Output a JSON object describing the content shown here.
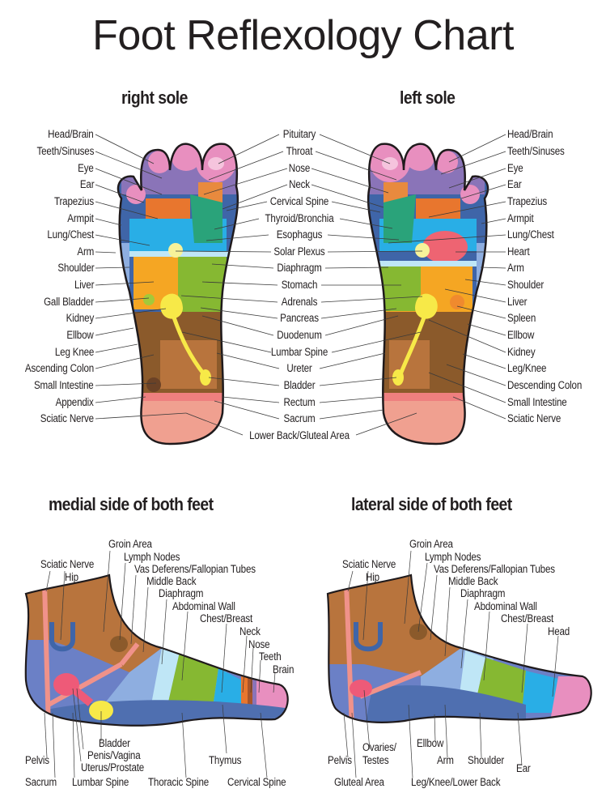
{
  "title": "Foot Reflexology Chart",
  "sections": {
    "right_sole": "right sole",
    "left_sole": "left sole",
    "medial": "medial side of both feet",
    "lateral": "lateral side of both feet"
  },
  "right_sole_labels": [
    "Head/Brain",
    "Teeth/Sinuses",
    "Eye",
    "Ear",
    "Trapezius",
    "Armpit",
    "Lung/Chest",
    "Arm",
    "Shoulder",
    "Liver",
    "Gall Bladder",
    "Kidney",
    "Ellbow",
    "Leg Knee",
    "Ascending Colon",
    "Small Intestine",
    "Appendix",
    "Sciatic Nerve"
  ],
  "center_labels": [
    "Pituitary",
    "Throat",
    "Nose",
    "Neck",
    "Cervical Spine",
    "Thyroid/Bronchia",
    "Esophagus",
    "Solar Plexus",
    "Diaphragm",
    "Stomach",
    "Adrenals",
    "Pancreas",
    "Duodenum",
    "Lumbar Spine",
    "Ureter",
    "Bladder",
    "Rectum",
    "Sacrum",
    "Lower Back/Gluteal Area"
  ],
  "left_sole_labels": [
    "Head/Brain",
    "Teeth/Sinuses",
    "Eye",
    "Ear",
    "Trapezius",
    "Armpit",
    "Lung/Chest",
    "Heart",
    "Arm",
    "Shoulder",
    "Liver",
    "Spleen",
    "Ellbow",
    "Kidney",
    "Leg/Knee",
    "Descending Colon",
    "Small Intestine",
    "Sciatic Nerve"
  ],
  "medial_labels": {
    "top": [
      "Groin Area",
      "Lymph Nodes",
      "Vas Deferens/Fallopian Tubes",
      "Middle Back",
      "Diaphragm",
      "Abdominal Wall",
      "Chest/Breast",
      "Neck",
      "Nose",
      "Teeth",
      "Brain"
    ],
    "sciatic": "Sciatic Nerve",
    "hip": "Hip",
    "bottom": [
      "Bladder",
      "Penis/Vagina",
      "Uterus/Prostate",
      "Pelvis",
      "Thymus",
      "Sacrum",
      "Lumbar Spine",
      "Thoracic Spine",
      "Cervical Spine"
    ]
  },
  "lateral_labels": {
    "top": [
      "Groin Area",
      "Lymph Nodes",
      "Vas Deferens/Fallopian Tubes",
      "Middle Back",
      "Diaphragm",
      "Abdominal Wall",
      "Chest/Breast",
      "Head"
    ],
    "sciatic": "Sciatic Nerve",
    "hip": "Hip",
    "bottom": [
      "Ovaries/",
      "Testes",
      "Ellbow",
      "Pelvis",
      "Arm",
      "Shoulder",
      "Ear",
      "Gluteal Area",
      "Leg/Knee/Lower Back"
    ]
  },
  "colors": {
    "pink": "#e88fbf",
    "purple": "#8a74b8",
    "orange": "#e8762e",
    "light_blue": "#29aee6",
    "green": "#86b832",
    "yellow_orange": "#f5a623",
    "brown": "#8b5a2b",
    "tan": "#b8743d",
    "salmon": "#f0928a",
    "blue_edge": "#3f65a8",
    "yellow": "#f7e948",
    "red_pink": "#ee5a78"
  }
}
